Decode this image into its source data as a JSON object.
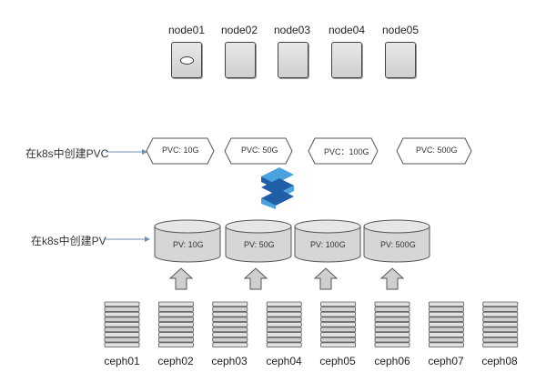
{
  "nodes": [
    {
      "label": "node01",
      "selected": true
    },
    {
      "label": "node02",
      "selected": false
    },
    {
      "label": "node03",
      "selected": false
    },
    {
      "label": "node04",
      "selected": false
    },
    {
      "label": "node05",
      "selected": false
    }
  ],
  "pvc_row_label": "在k8s中创建PVC",
  "pv_row_label": "在k8s中创建PV",
  "pvcs": [
    {
      "label": "PVC: 10G"
    },
    {
      "label": "PVC: 50G"
    },
    {
      "label": "PVC：100G"
    },
    {
      "label": "PVC: 500G"
    }
  ],
  "pvs": [
    {
      "label": "PV: 10G"
    },
    {
      "label": "PV: 50G"
    },
    {
      "label": "PV: 100G"
    },
    {
      "label": "PV: 500G"
    }
  ],
  "ceph_nodes": [
    "ceph01",
    "ceph02",
    "ceph03",
    "ceph04",
    "ceph05",
    "ceph06",
    "ceph07",
    "ceph08"
  ],
  "colors": {
    "logo_dark": "#1f5fa8",
    "logo_light": "#4aa3de",
    "arrow_fill": "#cfcfcf",
    "shape_stroke": "#555555"
  }
}
